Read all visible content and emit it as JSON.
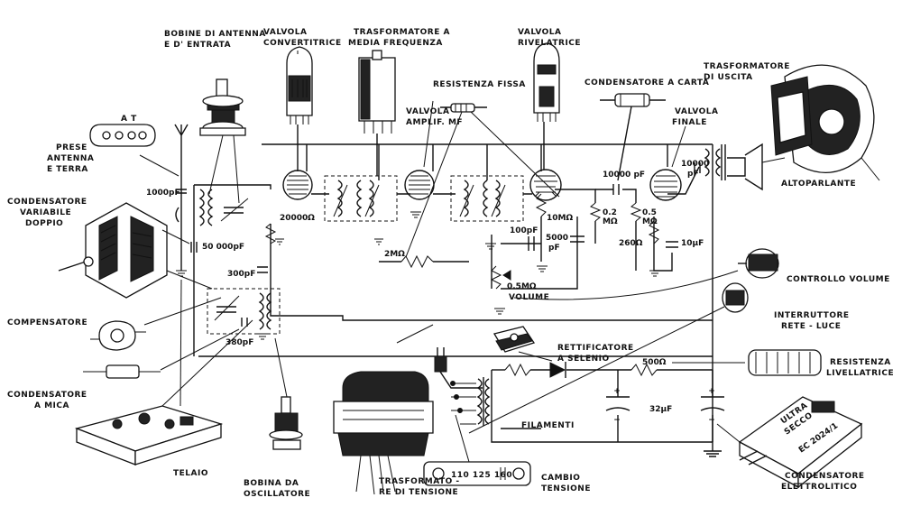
{
  "labels": {
    "bobine_antenna_l1": "BOBINE DI ANTENNA",
    "bobine_antenna_l2": "E D' ENTRATA",
    "valvola_conv_l1": "VALVOLA",
    "valvola_conv_l2": "CONVERTITRICE",
    "trasf_mf_l1": "TRASFORMATORE A",
    "trasf_mf_l2": "MEDIA FREQUENZA",
    "resistenza_fissa": "RESISTENZA FISSA",
    "valvola_riv_l1": "VALVOLA",
    "valvola_riv_l2": "RIVELATRICE",
    "cond_carta": "CONDENSATORE A CARTA",
    "trasf_uscita_l1": "TRASFORMATORE",
    "trasf_uscita_l2": "DI USCITA",
    "valvola_amplif_l1": "VALVOLA",
    "valvola_amplif_l2": "AMPLIF. MF",
    "valvola_finale_l1": "VALVOLA",
    "valvola_finale_l2": "FINALE",
    "prese_l1": "PRESE",
    "prese_l2": "ANTENNA",
    "prese_l3": "E TERRA",
    "cond_var_l1": "CONDENSATORE",
    "cond_var_l2": "VARIABILE",
    "cond_var_l3": "DOPPIO",
    "altoparlante": "ALTOPARLANTE",
    "controllo_volume": "CONTROLLO  VOLUME",
    "interruttore_l1": "INTERRUTTORE",
    "interruttore_l2": "RETE - LUCE",
    "compensatore": "COMPENSATORE",
    "cond_mica_l1": "CONDENSATORE",
    "cond_mica_l2": "A MICA",
    "rettificatore_l1": "RETTIFICATORE",
    "rettificatore_l2": "A SELENIO",
    "resist_liv_l1": "RESISTENZA",
    "resist_liv_l2": "LIVELLATRICE",
    "filamenti": "FILAMENTI",
    "telaio": "TELAIO",
    "bobina_osc_l1": "BOBINA DA",
    "bobina_osc_l2": "OSCILLATORE",
    "trasf_tens_l1": "TRASFORMATO -",
    "trasf_tens_l2": "RE  DI TENSIONE",
    "cambio_l1": "CAMBIO",
    "cambio_l2": "TENSIONE",
    "cond_elettr_l1": "CONDENSATORE",
    "cond_elettr_l2": "ELETTROLITICO",
    "at": "A    T",
    "ultra": "ULTRA",
    "secco": "SECCO",
    "ec_code": "EC 2024/1",
    "tensions": "110 125 160",
    "volume": "VOLUME"
  },
  "values": {
    "c1000": "1000pF",
    "c50000": "50 000pF",
    "r20000": "20000Ω",
    "c300": "300pF",
    "c380": "380pF",
    "r2m": "2MΩ",
    "r10m": "10MΩ",
    "c100": "100pF",
    "c5000a": "5000",
    "c5000b": "pF",
    "r05": "0.5MΩ",
    "c10000a": "10000 pF",
    "c10000b_l1": "10000",
    "c10000b_l2": "pF",
    "r02_l1": "0.2",
    "r02_l2": "MΩ",
    "r05b_l1": "0.5",
    "r05b_l2": "MΩ",
    "r260": "260Ω",
    "c10u": "10µF",
    "r500": "500Ω",
    "c32u": "32µF"
  }
}
